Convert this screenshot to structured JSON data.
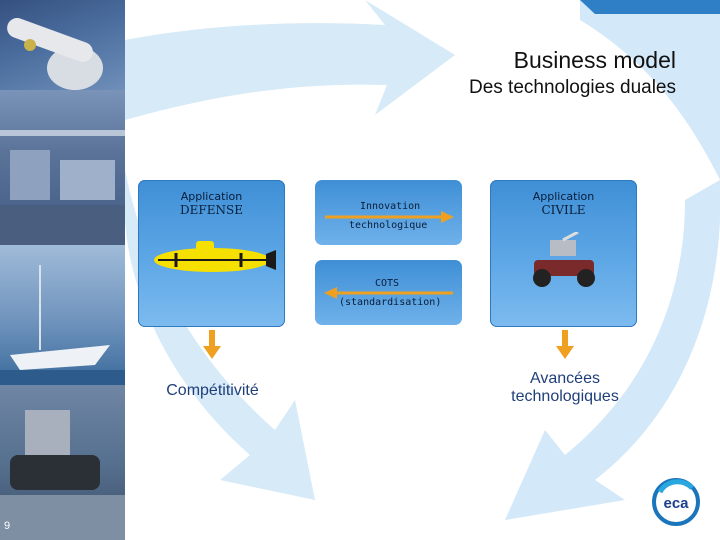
{
  "title": "Business model",
  "subtitle": "Des technologies duales",
  "panels": {
    "defense": {
      "small": "Application",
      "big": "DEFENSE"
    },
    "civile": {
      "small": "Application",
      "big": "CIVILE"
    }
  },
  "flows": {
    "innovation_line1": "Innovation",
    "innovation_line2": "technologique",
    "cots_line1": "COTS",
    "cots_line2": "(standardisation)"
  },
  "outcomes": {
    "left": "Compétitivité",
    "right_line1": "Avancées",
    "right_line2": "technologiques"
  },
  "page_number": "9",
  "logo_text": "eca",
  "colors": {
    "accent_orange": "#f0a020",
    "panel_blue": "#4a98dc",
    "arc_blue": "#cfe6f7",
    "text_blue": "#1f3f7a"
  }
}
